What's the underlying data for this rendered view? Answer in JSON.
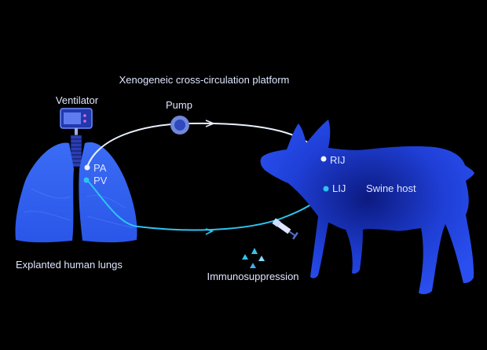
{
  "title": "Xenogeneic cross-circulation platform",
  "labels": {
    "ventilator": "Ventilator",
    "pump": "Pump",
    "pa": "PA",
    "pv": "PV",
    "rij": "RIJ",
    "lij": "LIJ",
    "swine_host": "Swine host",
    "lungs": "Explanted human lungs",
    "immuno": "Immunosuppression"
  },
  "colors": {
    "background": "#000000",
    "organ_blue": "#2f5cf0",
    "pig_blue": "#1f3fd6",
    "arterial_line": "#e8f0ff",
    "venous_line": "#2ec4f0",
    "text": "#dfe6ff"
  }
}
